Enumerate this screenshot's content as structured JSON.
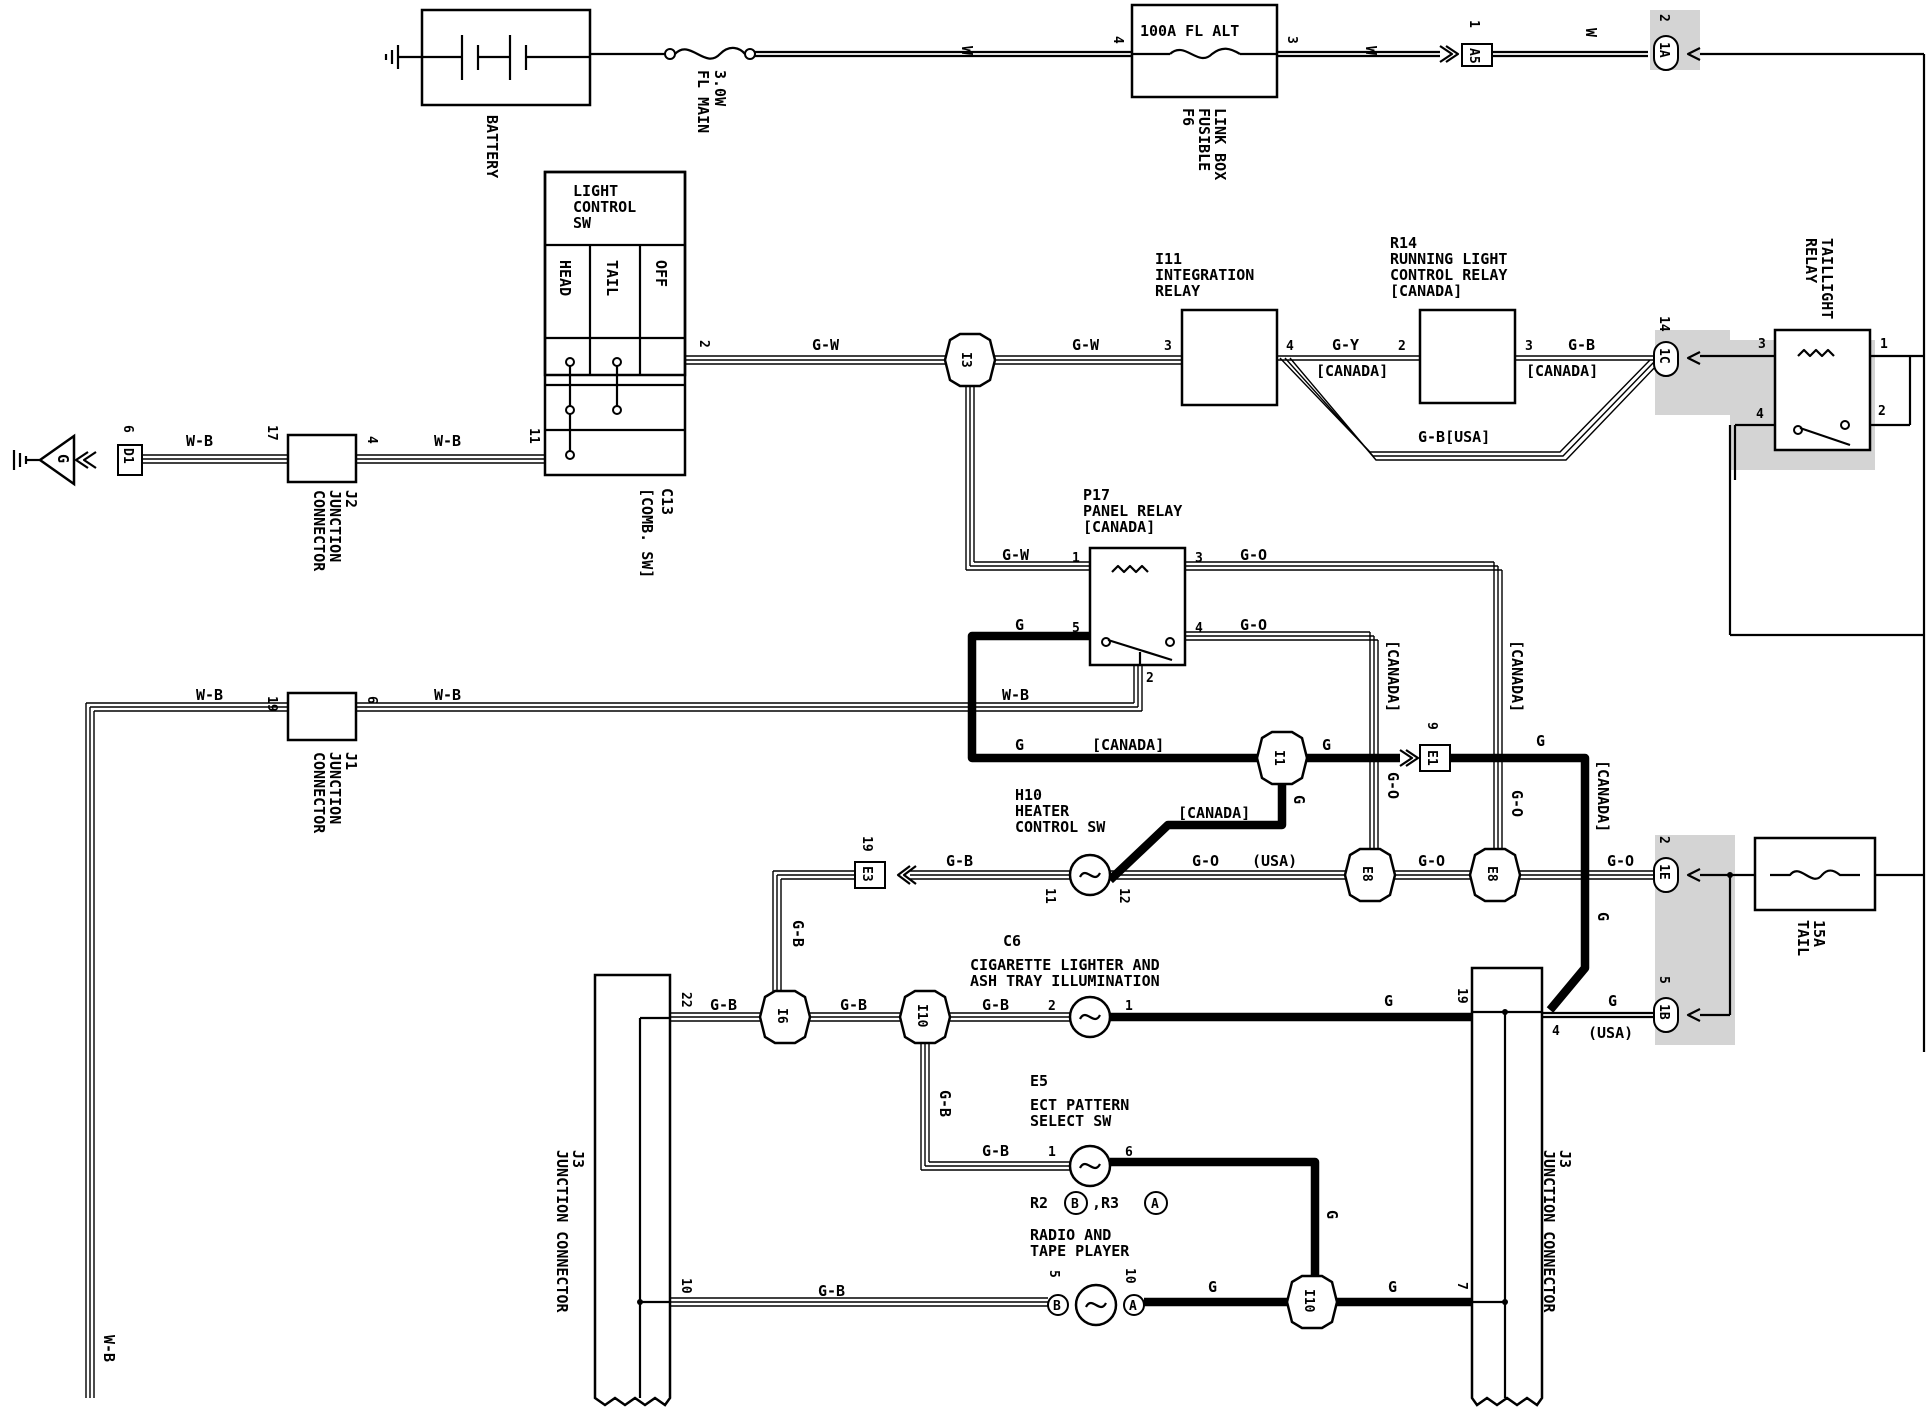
{
  "components": {
    "battery": "BATTERY",
    "fl_main_1": "FL MAIN",
    "fl_main_2": "3.0W",
    "alt_fuse": "100A FL ALT",
    "f6_1": "F6",
    "f6_2": "FUSIBLE",
    "f6_3": "LINK BOX",
    "light_sw_1": "LIGHT",
    "light_sw_2": "CONTROL",
    "light_sw_3": "SW",
    "sw_head": "HEAD",
    "sw_tail": "TAIL",
    "sw_off": "OFF",
    "c13_1": "C13",
    "c13_2": "[COMB. SW]",
    "j2_1": "J2",
    "j2_2": "JUNCTION",
    "j2_3": "CONNECTOR",
    "ground": "G",
    "i11_1": "I11",
    "i11_2": "INTEGRATION",
    "i11_3": "RELAY",
    "r14_1": "R14",
    "r14_2": "RUNNING LIGHT",
    "r14_3": "CONTROL RELAY",
    "r14_4": "[CANADA]",
    "taillight_1": "TAILLIGHT",
    "taillight_2": "RELAY",
    "p17_1": "P17",
    "p17_2": "PANEL RELAY",
    "p17_3": "[CANADA]",
    "j1_1": "J1",
    "j1_2": "JUNCTION",
    "j1_3": "CONNECTOR",
    "h10_1": "H10",
    "h10_2": "HEATER",
    "h10_3": "CONTROL SW",
    "c6_1": "C6",
    "c6_2": "CIGARETTE LIGHTER AND",
    "c6_3": "ASH TRAY ILLUMINATION",
    "e5_1": "E5",
    "e5_2": "ECT PATTERN",
    "e5_3": "SELECT SW",
    "radio_r2": "R2",
    "radio_r3": ",R3",
    "radio_1": "RADIO AND",
    "radio_2": "TAPE PLAYER",
    "j3_1": "J3",
    "j3_2": "JUNCTION CONNECTOR",
    "tail_fuse_1": "15A",
    "tail_fuse_2": "TAIL",
    "circle_b": "B",
    "circle_a": "A"
  },
  "wires": {
    "w": "W",
    "gw": "G-W",
    "gy": "G-Y",
    "gb": "G-B",
    "gb_usa": "G-B[USA]",
    "wb": "W-B",
    "go": "G-O",
    "g": "G",
    "canada": "[CANADA]",
    "usa": "(USA)",
    "usa_paren": "(USA)"
  },
  "connectors": {
    "A5": "A5",
    "I3": "I3",
    "D1": "D1",
    "I1": "I1",
    "E1": "E1",
    "E3": "E3",
    "E8": "E8",
    "I6": "I6",
    "I10": "I10",
    "1A": "1A",
    "1C": "1C",
    "1E": "1E",
    "1B": "1B"
  },
  "pins": {
    "p1": "1",
    "p2": "2",
    "p3": "3",
    "p4": "4",
    "p5": "5",
    "p6": "6",
    "p7": "7",
    "p9": "9",
    "p10": "10",
    "p11": "11",
    "p12": "12",
    "p14": "14",
    "p17": "17",
    "p19": "19",
    "p22": "22",
    "p5b": "5",
    "p10a": "10"
  }
}
